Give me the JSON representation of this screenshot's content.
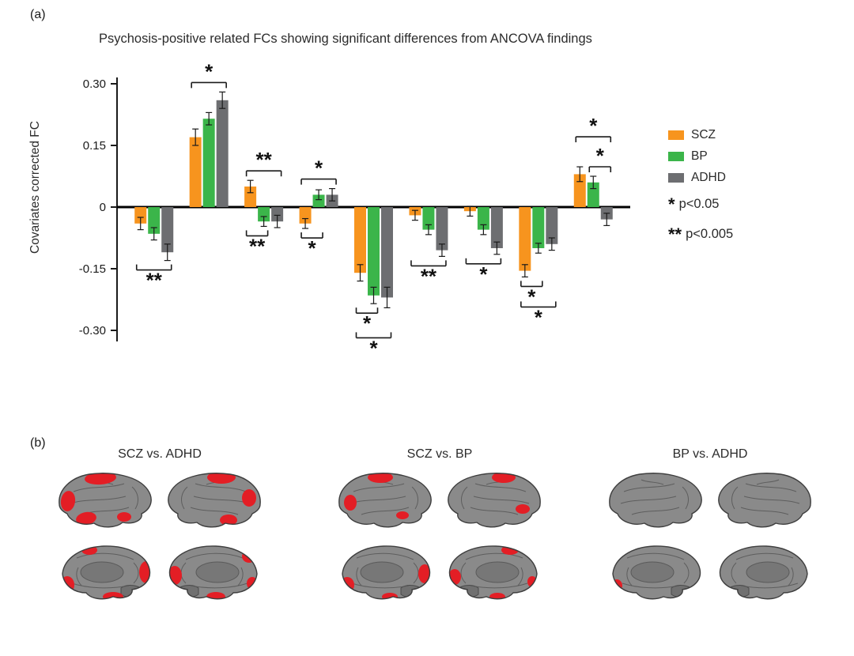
{
  "panel_a": {
    "label": "(a)"
  },
  "panel_b": {
    "label": "(b)",
    "groups": [
      {
        "title": "SCZ vs. ADHD"
      },
      {
        "title": "SCZ vs. BP"
      },
      {
        "title": "BP vs. ADHD"
      }
    ]
  },
  "chart_data": {
    "type": "bar",
    "title": "Psychosis-positive related FCs showing significant differences from ANCOVA findings",
    "ylabel": "Covariates corrected FC",
    "ylim": [
      -0.42,
      0.36
    ],
    "yticks": [
      0.3,
      0.15,
      0,
      -0.15,
      -0.3
    ],
    "ytick_labels": [
      "0.30",
      "0.15",
      "0",
      "-0.15",
      "-0.30"
    ],
    "n_groups": 9,
    "series": [
      {
        "name": "SCZ",
        "color": "#F7941E",
        "values": [
          -0.04,
          0.17,
          0.05,
          -0.04,
          -0.16,
          -0.02,
          -0.01,
          -0.155,
          0.08
        ],
        "errors": [
          0.015,
          0.02,
          0.015,
          0.012,
          0.02,
          0.012,
          0.012,
          0.015,
          0.018
        ]
      },
      {
        "name": "BP",
        "color": "#3BB54A",
        "values": [
          -0.065,
          0.215,
          -0.035,
          0.03,
          -0.215,
          -0.055,
          -0.055,
          -0.1,
          0.06
        ],
        "errors": [
          0.015,
          0.015,
          0.012,
          0.012,
          0.02,
          0.012,
          0.012,
          0.012,
          0.015
        ]
      },
      {
        "name": "ADHD",
        "color": "#6D6E71",
        "values": [
          -0.11,
          0.26,
          -0.035,
          0.03,
          -0.22,
          -0.105,
          -0.1,
          -0.09,
          -0.03
        ],
        "errors": [
          0.02,
          0.02,
          0.015,
          0.015,
          0.025,
          0.015,
          0.015,
          0.015,
          0.015
        ]
      }
    ],
    "significance": [
      {
        "group": 0,
        "from": 0,
        "to": 2,
        "side": "below",
        "label": "**",
        "level": 0
      },
      {
        "group": 1,
        "from": 0,
        "to": 2,
        "side": "above",
        "label": "*",
        "level": 0
      },
      {
        "group": 2,
        "from": 0,
        "to": 2,
        "side": "above",
        "label": "**",
        "level": 0
      },
      {
        "group": 2,
        "from": 0,
        "to": 1,
        "side": "below",
        "label": "**",
        "level": 0
      },
      {
        "group": 3,
        "from": 0,
        "to": 2,
        "side": "above",
        "label": "*",
        "level": 0
      },
      {
        "group": 3,
        "from": 0,
        "to": 1,
        "side": "below",
        "label": "*",
        "level": 0
      },
      {
        "group": 4,
        "from": 0,
        "to": 1,
        "side": "below",
        "label": "*",
        "level": 0
      },
      {
        "group": 4,
        "from": 0,
        "to": 2,
        "side": "below",
        "label": "*",
        "level": 1
      },
      {
        "group": 5,
        "from": 0,
        "to": 2,
        "side": "below",
        "label": "**",
        "level": 0
      },
      {
        "group": 6,
        "from": 0,
        "to": 2,
        "side": "below",
        "label": "*",
        "level": 0
      },
      {
        "group": 7,
        "from": 0,
        "to": 1,
        "side": "below",
        "label": "*",
        "level": 0
      },
      {
        "group": 7,
        "from": 0,
        "to": 2,
        "side": "below",
        "label": "*",
        "level": 1
      },
      {
        "group": 8,
        "from": 1,
        "to": 2,
        "side": "above",
        "label": "*",
        "level": 0
      },
      {
        "group": 8,
        "from": 0,
        "to": 2,
        "side": "above",
        "label": "*",
        "level": 1
      }
    ],
    "legend": [
      {
        "label": "SCZ",
        "color": "#F7941E"
      },
      {
        "label": "BP",
        "color": "#3BB54A"
      },
      {
        "label": "ADHD",
        "color": "#6D6E71"
      }
    ],
    "legend_notes": [
      {
        "symbol": "*",
        "text": "p<0.05"
      },
      {
        "symbol": "**",
        "text": "p<0.005"
      }
    ],
    "grid": false,
    "legend_position": "right"
  }
}
